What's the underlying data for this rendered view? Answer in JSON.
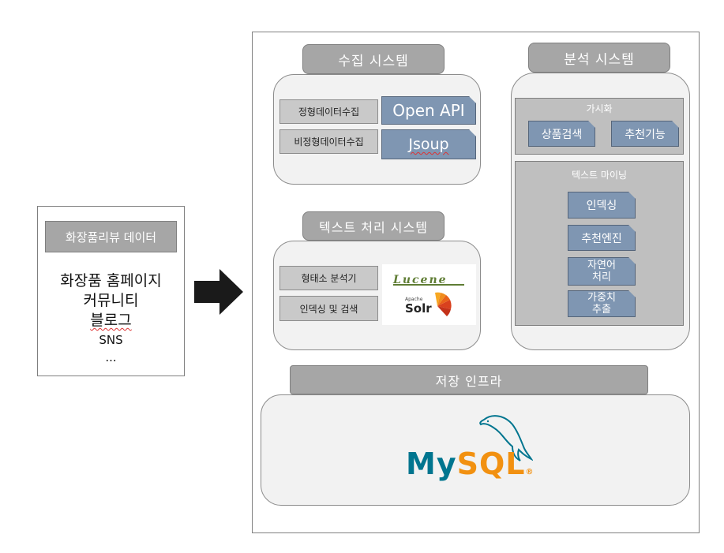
{
  "source": {
    "header": "화장품리뷰 데이터",
    "items": [
      "화장품 홈페이지",
      "커뮤니티",
      "블로그",
      "SNS",
      "..."
    ]
  },
  "collection": {
    "title": "수집 시스템",
    "rows": [
      {
        "label": "정형데이터수집",
        "tool": "Open API"
      },
      {
        "label": "비정형데이터수집",
        "tool": "Jsoup"
      }
    ]
  },
  "text_processing": {
    "title": "텍스트 처리 시스템",
    "rows": [
      "형태소 분석기",
      "인덱싱 및 검색"
    ],
    "logos": {
      "lucene": "Lucene",
      "solr_small": "Apache",
      "solr": "Solr"
    }
  },
  "analysis": {
    "title": "분석 시스템",
    "visualization": {
      "title": "가시화",
      "items": [
        "상품검색",
        "추천기능"
      ]
    },
    "text_mining": {
      "title": "텍스트 마이닝",
      "items": [
        "인덱싱",
        "추천엔진",
        "자연어\n처리",
        "가중치\n추출"
      ]
    }
  },
  "storage": {
    "title": "저장 인프라",
    "logo": {
      "my": "My",
      "sql": "SQL",
      "reg": "®"
    }
  },
  "colors": {
    "tab_gray": "#a6a6a6",
    "box_gray": "#c9c9c9",
    "tool_blue": "#7f96b2",
    "mysql_blue": "#00758f",
    "mysql_orange": "#f29111"
  }
}
